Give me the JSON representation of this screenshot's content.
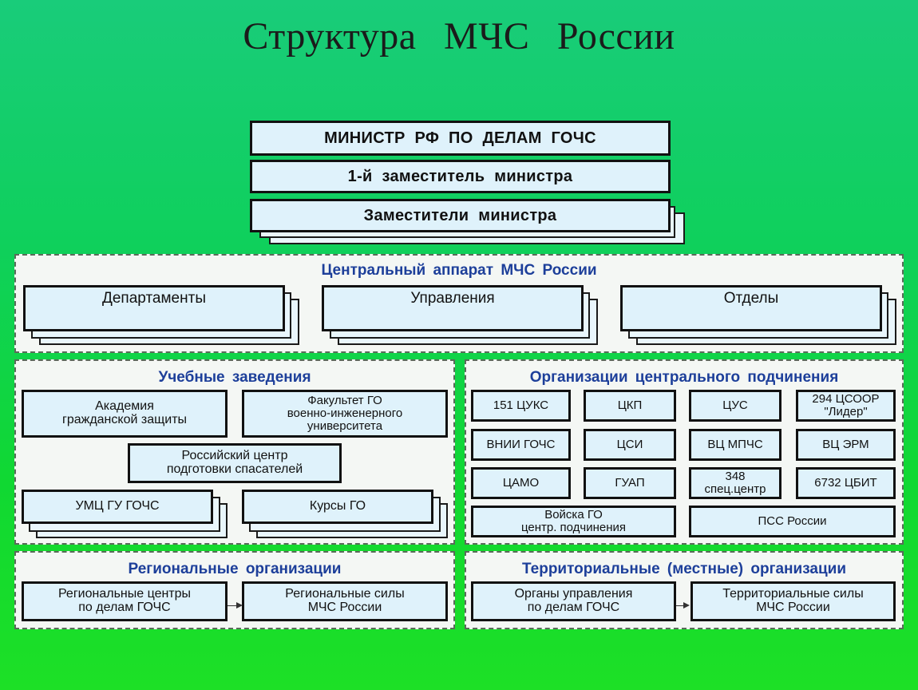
{
  "title": "Структура  МЧС  России",
  "leadership": {
    "minister": "МИНИСТР  РФ  ПО  ДЕЛАМ  ГОЧС",
    "first_deputy": "1-й  заместитель  министра",
    "deputies": "Заместители  министра"
  },
  "central": {
    "title": "Центральный  аппарат  МЧС  России",
    "items": [
      "Департаменты",
      "Управления",
      "Отделы"
    ]
  },
  "education": {
    "title": "Учебные  заведения",
    "academy": [
      "Академия",
      "гражданской  защиты"
    ],
    "faculty": [
      "Факультет  ГО",
      "военно-инженерного",
      "университета"
    ],
    "rescue_center": [
      "Российский  центр",
      "подготовки  спасателей"
    ],
    "umc": "УМЦ  ГУ  ГОЧС",
    "courses": "Курсы  ГО"
  },
  "central_orgs": {
    "title": "Организации  центрального  подчинения",
    "row1": [
      "151  ЦУКС",
      "ЦКП",
      "ЦУС"
    ],
    "lider": [
      "294  ЦСООР",
      "\"Лидер\""
    ],
    "row2": [
      "ВНИИ  ГОЧС",
      "ЦСИ",
      "ВЦ  МПЧС",
      "ВЦ  ЭРМ"
    ],
    "row3": [
      "ЦАМО",
      "ГУАП"
    ],
    "spec": [
      "348",
      "спец.центр"
    ],
    "cbit": "6732  ЦБИТ",
    "troops": [
      "Войска  ГО",
      "центр.  подчинения"
    ],
    "pss": "ПСС  России"
  },
  "regional": {
    "title": "Региональные  организации",
    "centers": [
      "Региональные  центры",
      "по  делам  ГОЧС"
    ],
    "forces": [
      "Региональные  силы",
      "МЧС  России"
    ]
  },
  "territorial": {
    "title": "Территориальные  (местные)  организации",
    "bodies": [
      "Органы  управления",
      "по  делам  ГОЧС"
    ],
    "forces": [
      "Территориальные  силы",
      "МЧС  России"
    ]
  }
}
